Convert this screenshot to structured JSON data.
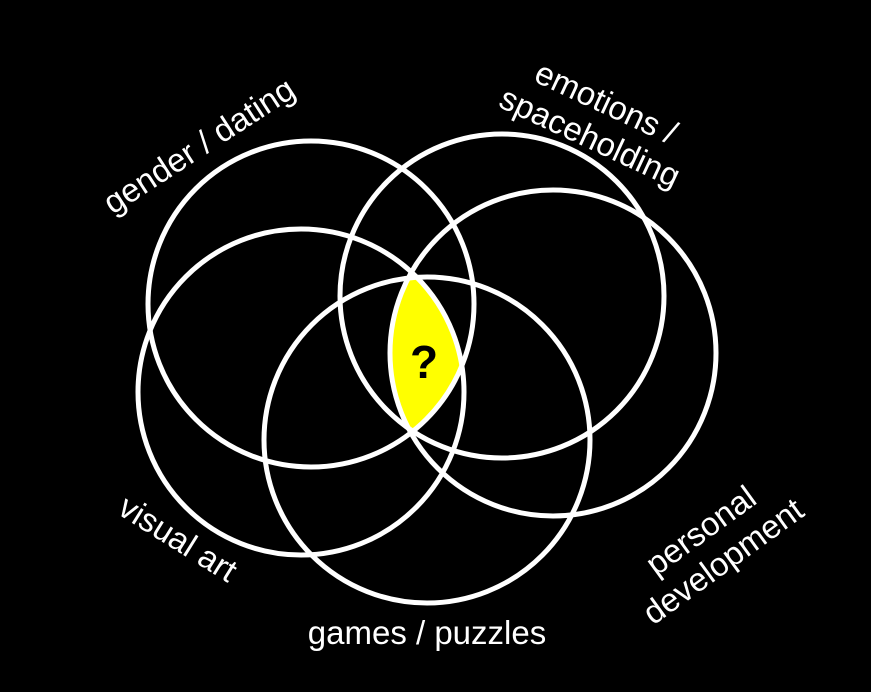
{
  "labels": {
    "gender": "gender / dating",
    "emotions_line1": "emotions /",
    "emotions_line2": "spaceholding",
    "visual": "visual art",
    "games": "games / puzzles",
    "personal_line1": "personal",
    "personal_line2": "development"
  },
  "center_mark": "?",
  "colors": {
    "background": "#000000",
    "stroke": "#ffffff",
    "highlight": "#ffff00"
  }
}
